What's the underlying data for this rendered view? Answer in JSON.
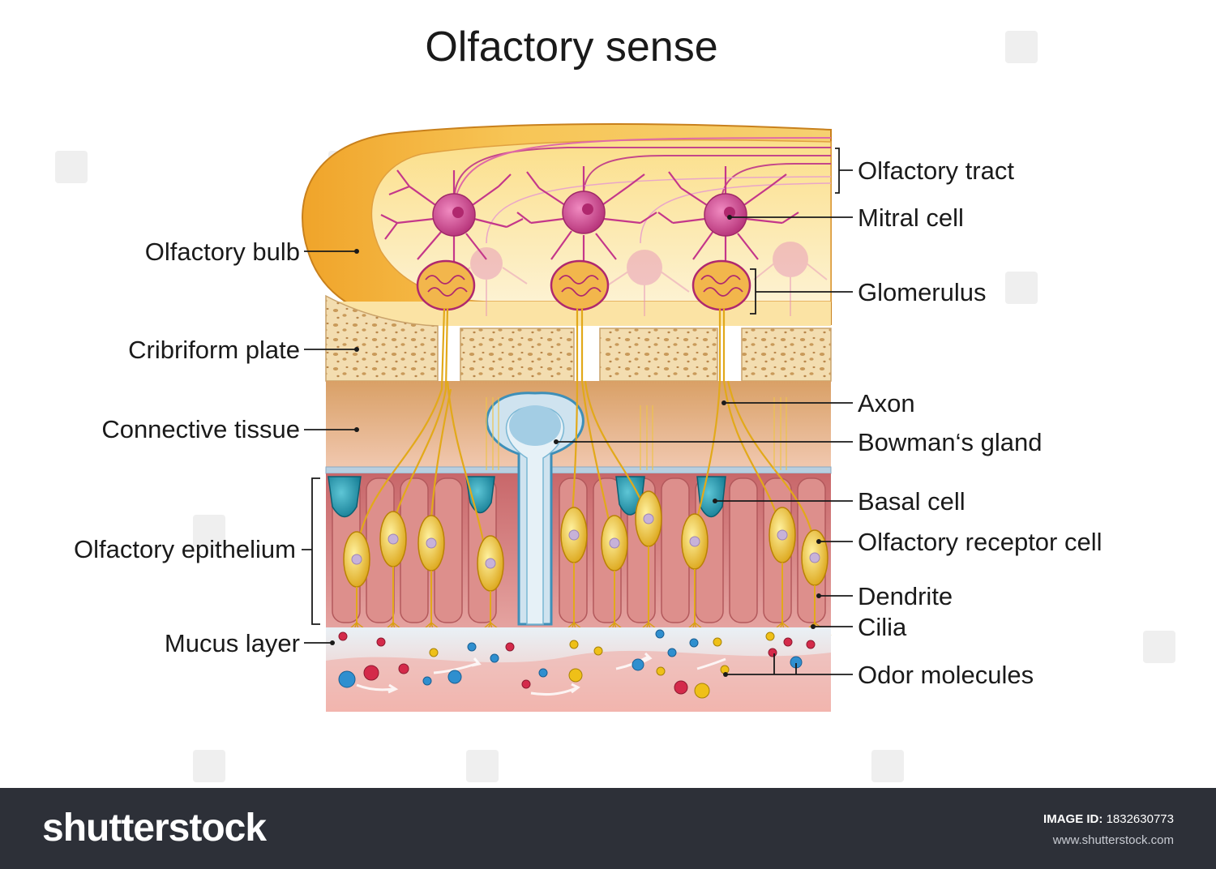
{
  "title": "Olfactory sense",
  "labels": {
    "olfactory_tract": "Olfactory tract",
    "mitral_cell": "Mitral cell",
    "glomerulus": "Glomerulus",
    "axon": "Axon",
    "bowmans_gland": "Bowman‘s gland",
    "basal_cell": "Basal cell",
    "olfactory_receptor_cell": "Olfactory receptor cell",
    "dendrite": "Dendrite",
    "cilia": "Cilia",
    "odor_molecules": "Odor molecules",
    "olfactory_bulb": "Olfactory bulb",
    "cribriform_plate": "Cribriform plate",
    "connective_tissue": "Connective tissue",
    "olfactory_epithelium": "Olfactory epithelium",
    "mucus_layer": "Mucus layer"
  },
  "footer": {
    "brand": "shutterstock",
    "image_id_label": "IMAGE ID:",
    "image_id": "1832630773",
    "site": "www.shutterstock.com"
  },
  "colors": {
    "bulb": "#f3b43a",
    "bone": "#f1d6a4",
    "connective": "#e7b98a",
    "epithelium": "#d98a86",
    "receptor": "#f1c53c",
    "mitral": "#d0468d",
    "basal": "#1f8fa8",
    "gland": "#a7cfe6",
    "mucus": "#dbe8f0",
    "footer": "#2d3038"
  }
}
